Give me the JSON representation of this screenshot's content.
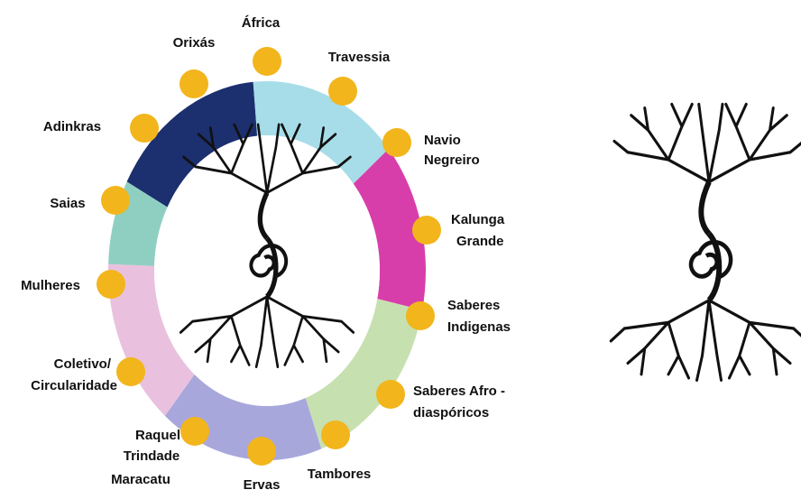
{
  "ring": {
    "segments": [
      {
        "name": "Africa",
        "color": "#1c2f6e"
      },
      {
        "name": "Travessia",
        "color": "#a6dde8"
      },
      {
        "name": "Navio Negreiro",
        "color": "#d83ea9"
      },
      {
        "name": "Saberes",
        "color": "#c7e0b0"
      },
      {
        "name": "Tambores/Ervas",
        "color": "#a8a7dc"
      },
      {
        "name": "Coletivo",
        "color": "#e9c1de"
      },
      {
        "name": "Saias",
        "color": "#8fcfc1"
      }
    ],
    "marker_color": "#f2b51c",
    "tree_color": "#111111"
  },
  "labels": {
    "africa": "África",
    "orixas": "Orixás",
    "travessia": "Travessia",
    "adinkras": "Adinkras",
    "navio": [
      "Navio",
      "Negreiro"
    ],
    "saias": "Saias",
    "kalunga": [
      "Kalunga",
      "Grande"
    ],
    "mulheres": "Mulheres",
    "saberes_ind": [
      "Saberes",
      "Indigenas"
    ],
    "coletivo": [
      "Coletivo/",
      "Circularidade"
    ],
    "saberes_afro": [
      "Saberes  Afro -",
      "diaspóricos"
    ],
    "raquel": [
      "Raquel",
      "Trindade",
      "Maracatu"
    ],
    "ervas": "Ervas",
    "tambores": "Tambores"
  }
}
